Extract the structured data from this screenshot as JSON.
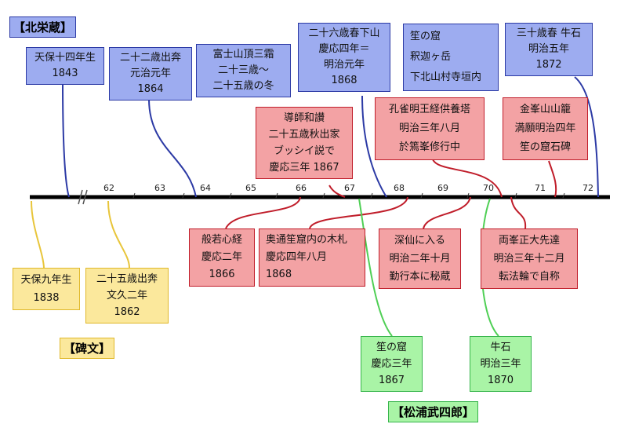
{
  "headers": {
    "hokubeizo": "【北栄蔵】",
    "hibun": "【碑文】",
    "matsuura": "【松浦武四郎】"
  },
  "axis": {
    "ticks": [
      "62",
      "63",
      "64",
      "65",
      "66",
      "67",
      "68",
      "69",
      "70",
      "71",
      "72"
    ]
  },
  "colors": {
    "blue": "#9dacf0",
    "red": "#f3a2a4",
    "yellow": "#fbe89c",
    "green": "#a9f4a6"
  },
  "boxes": {
    "b1": [
      "天保十四年生",
      "1843"
    ],
    "b2": [
      "二十二歳出奔",
      "元治元年",
      "1864"
    ],
    "b3": [
      "富士山頂三霜",
      "二十三歳～",
      "二十五歳の冬"
    ],
    "b4": [
      "二十六歳春下山",
      "慶応四年＝",
      "明治元年",
      "1868"
    ],
    "b5": [
      "笙の窟",
      "釈迦ヶ岳",
      "下北山村寺垣内"
    ],
    "b6": [
      "三十歳春 牛石",
      "明治五年",
      "1872"
    ],
    "r1": [
      "導師和讃",
      "二十五歳秋出家",
      "ブッシイ説で",
      "慶応三年 1867"
    ],
    "r2": [
      "孔雀明王経供養塔",
      "明治三年八月",
      "於篶峯修行中"
    ],
    "r3": [
      "金峯山山籠",
      "満願明治四年",
      "笙の窟石碑"
    ],
    "r4": [
      "般若心経",
      "慶応二年",
      "1866"
    ],
    "r5": [
      "奥通笙窟内の木札",
      "慶応四年八月",
      "1868"
    ],
    "r6": [
      "深仙に入る",
      "明治二年十月",
      "勤行本に秘蔵"
    ],
    "r7": [
      "両峯正大先達",
      "明治三年十二月",
      "転法輪で自称"
    ],
    "y1": [
      "天保九年生",
      "1838"
    ],
    "y2": [
      "二十五歳出奔",
      "文久二年",
      "1862"
    ],
    "g1": [
      "笙の窟",
      "慶応三年",
      "1867"
    ],
    "g2": [
      "牛石",
      "明治三年",
      "1870"
    ]
  }
}
